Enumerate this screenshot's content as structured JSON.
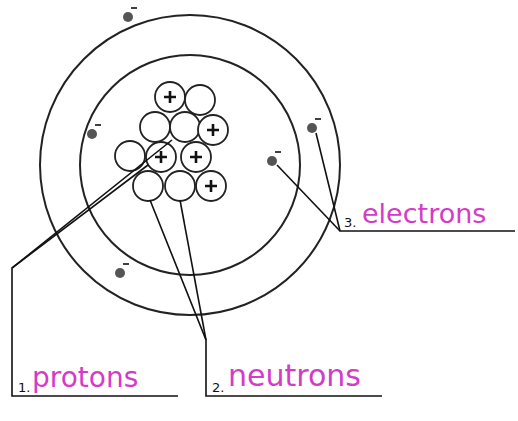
{
  "diagram": {
    "labels": [
      "1.",
      "protons",
      "2.",
      "neutrons",
      "3.",
      "electrons"
    ]
  }
}
